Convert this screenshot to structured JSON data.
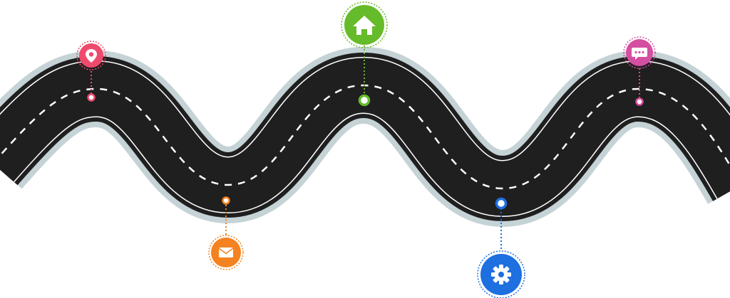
{
  "colors": {
    "background": "#ffffff",
    "road_shoulder": "#c5d3d6",
    "road_surface": "#1f1f1f",
    "road_edge_line": "#ffffff",
    "road_center_dash": "#ffffff"
  },
  "milestones": [
    {
      "id": "location",
      "icon": "location-pin-icon",
      "color": "#ef4a6e",
      "side": "above"
    },
    {
      "id": "mail",
      "icon": "envelope-icon",
      "color": "#f58220",
      "side": "below"
    },
    {
      "id": "home",
      "icon": "home-icon",
      "color": "#66bb2a",
      "side": "above"
    },
    {
      "id": "settings",
      "icon": "gear-icon",
      "color": "#1e6fe0",
      "side": "below"
    },
    {
      "id": "chat",
      "icon": "chat-bubble-icon",
      "color": "#d44fa1",
      "side": "above"
    }
  ]
}
